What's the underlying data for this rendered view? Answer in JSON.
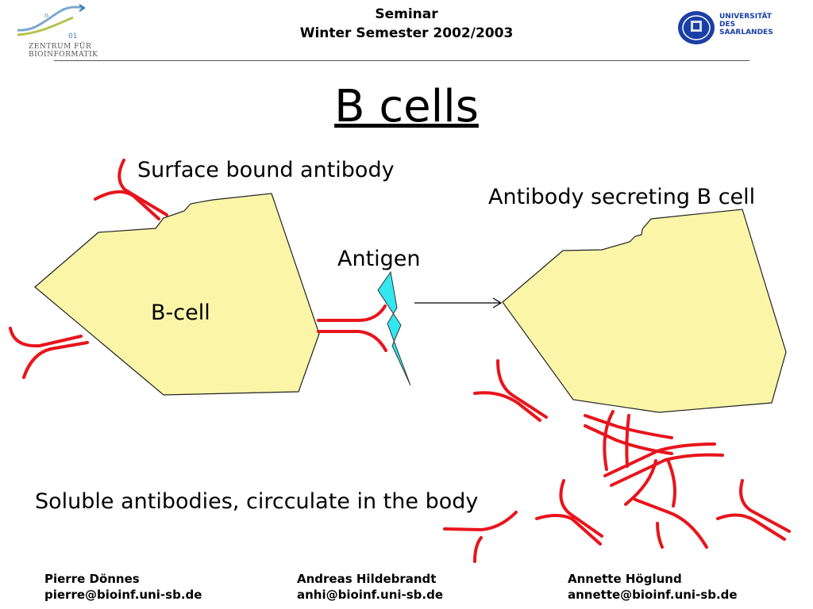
{
  "header": {
    "line1": "Seminar",
    "line2": "Winter Semester 2002/2003",
    "left_logo": {
      "line1": "ZENTRUM FÜR",
      "line2": "BIOINFORMATIK"
    },
    "right_logo": {
      "line1": "UNIVERSITÄT",
      "line2": "DES",
      "line3": "SAARLANDES"
    }
  },
  "slide": {
    "title": "B cells"
  },
  "diagram": {
    "surface_label": "Surface bound antibody",
    "secreting_label": "Antibody secreting B cell",
    "antigen_label": "Antigen",
    "bcell_label": "B-cell",
    "soluble_label": "Soluble antibodies, circculate in the body"
  },
  "colors": {
    "cell_fill": "#fbf5a8",
    "antibody": "#e8141c",
    "antigen": "#33e6f0"
  },
  "footer": [
    {
      "name": "Pierre Dönnes",
      "email": "pierre@bioinf.uni-sb.de"
    },
    {
      "name": "Andreas Hildebrandt",
      "email": "anhi@bioinf.uni-sb.de"
    },
    {
      "name": "Annette Höglund",
      "email": "annette@bioinf.uni-sb.de"
    }
  ]
}
